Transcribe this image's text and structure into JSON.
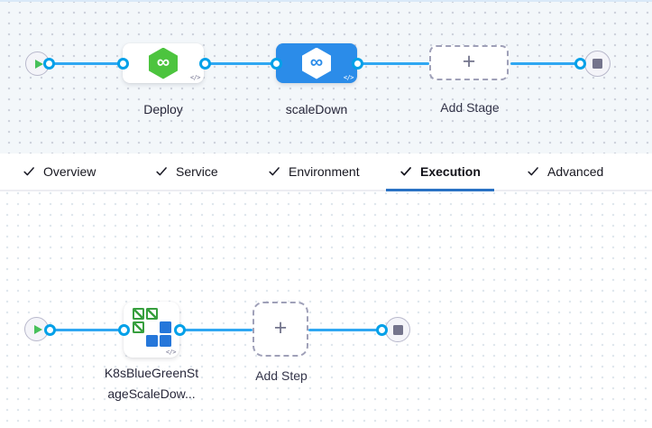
{
  "stage_builder": {
    "stages": [
      {
        "label": "Deploy",
        "icon": "cd-hexagon-icon",
        "selected": false
      },
      {
        "label": "scaleDown",
        "icon": "cd-hexagon-icon",
        "selected": true
      }
    ],
    "add_stage": {
      "label": "Add Stage"
    }
  },
  "tab_bar": {
    "tabs": [
      {
        "label": "Overview",
        "checked": true,
        "active": false
      },
      {
        "label": "Service",
        "checked": true,
        "active": false
      },
      {
        "label": "Environment",
        "checked": true,
        "active": false
      },
      {
        "label": "Execution",
        "checked": true,
        "active": true
      },
      {
        "label": "Advanced",
        "checked": true,
        "active": false
      }
    ]
  },
  "execution_builder": {
    "steps": [
      {
        "label_line1": "K8sBlueGreenSt",
        "label_line2": "ageScaleDow...",
        "icon": "k8s-blue-green-icon"
      }
    ],
    "add_step": {
      "label": "Add Step"
    }
  },
  "glyphs": {
    "infinity": "∞",
    "plus": "+",
    "code_badge": "</>"
  },
  "colors": {
    "selected_stage_blue": "#2b8ce9",
    "edge_blue": "#2fa7f2",
    "connector_ring_blue": "#00a0e8",
    "harness_green": "#4cc43e",
    "tab_underline_blue": "#2a72c4",
    "k8s_icon_green": "#379f3e",
    "k8s_icon_blue": "#2677da"
  }
}
